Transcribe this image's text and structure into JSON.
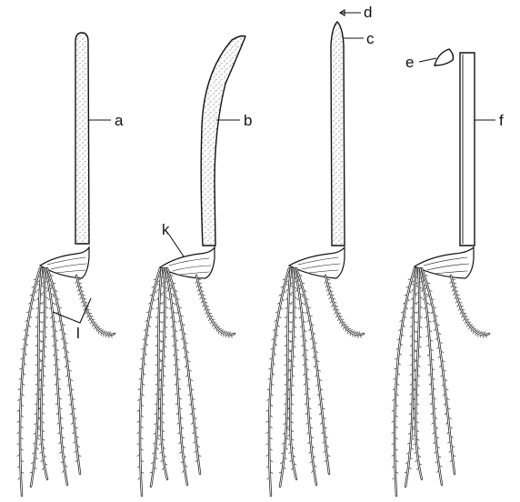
{
  "labels": {
    "a": "a",
    "b": "b",
    "c": "c",
    "d": "d",
    "e": "e",
    "f": "f",
    "k": "k",
    "l": "l"
  },
  "colors": {
    "ink": "#111111",
    "background": "#ffffff"
  }
}
